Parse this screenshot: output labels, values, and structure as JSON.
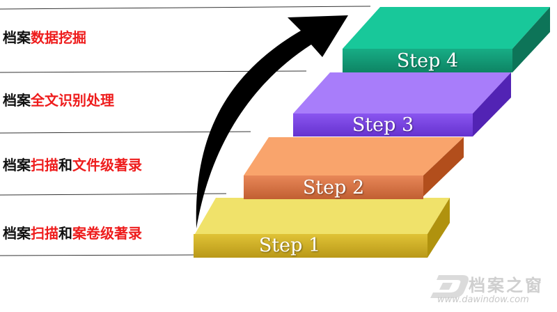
{
  "labels": [
    {
      "prefix": "档案",
      "parts": [
        {
          "text": "数据挖掘",
          "color": "red"
        }
      ]
    },
    {
      "prefix": "档案",
      "parts": [
        {
          "text": "全文识别处理",
          "color": "red"
        }
      ]
    },
    {
      "prefix": "档案",
      "parts": [
        {
          "text": "扫描",
          "color": "red"
        },
        {
          "text": "和",
          "color": "black"
        },
        {
          "text": "文件级著录",
          "color": "red"
        }
      ]
    },
    {
      "prefix": "档案",
      "parts": [
        {
          "text": "扫描",
          "color": "red"
        },
        {
          "text": "和",
          "color": "black"
        },
        {
          "text": "案卷级著录",
          "color": "red"
        }
      ]
    }
  ],
  "steps": [
    {
      "label": "Step 1",
      "colors": {
        "top": "#f0e26a",
        "front": "#d4b21f",
        "side": "#b0920e"
      }
    },
    {
      "label": "Step 2",
      "colors": {
        "top": "#f9a46c",
        "front": "#e0743f",
        "side": "#b24e1c"
      }
    },
    {
      "label": "Step 3",
      "colors": {
        "top": "#a87dfa",
        "front": "#7a45e6",
        "side": "#5223b4"
      }
    },
    {
      "label": "Step 4",
      "colors": {
        "top": "#18c89a",
        "front": "#13a07a",
        "side": "#0d7458"
      }
    }
  ],
  "colors": {
    "text_black": "#111111",
    "text_red": "#ee1c1c",
    "arrow": "#000000"
  },
  "watermark": {
    "logo_text": "档案之窗",
    "url": "www.dawindow.com",
    "logo_icon": "d-logo-icon"
  }
}
